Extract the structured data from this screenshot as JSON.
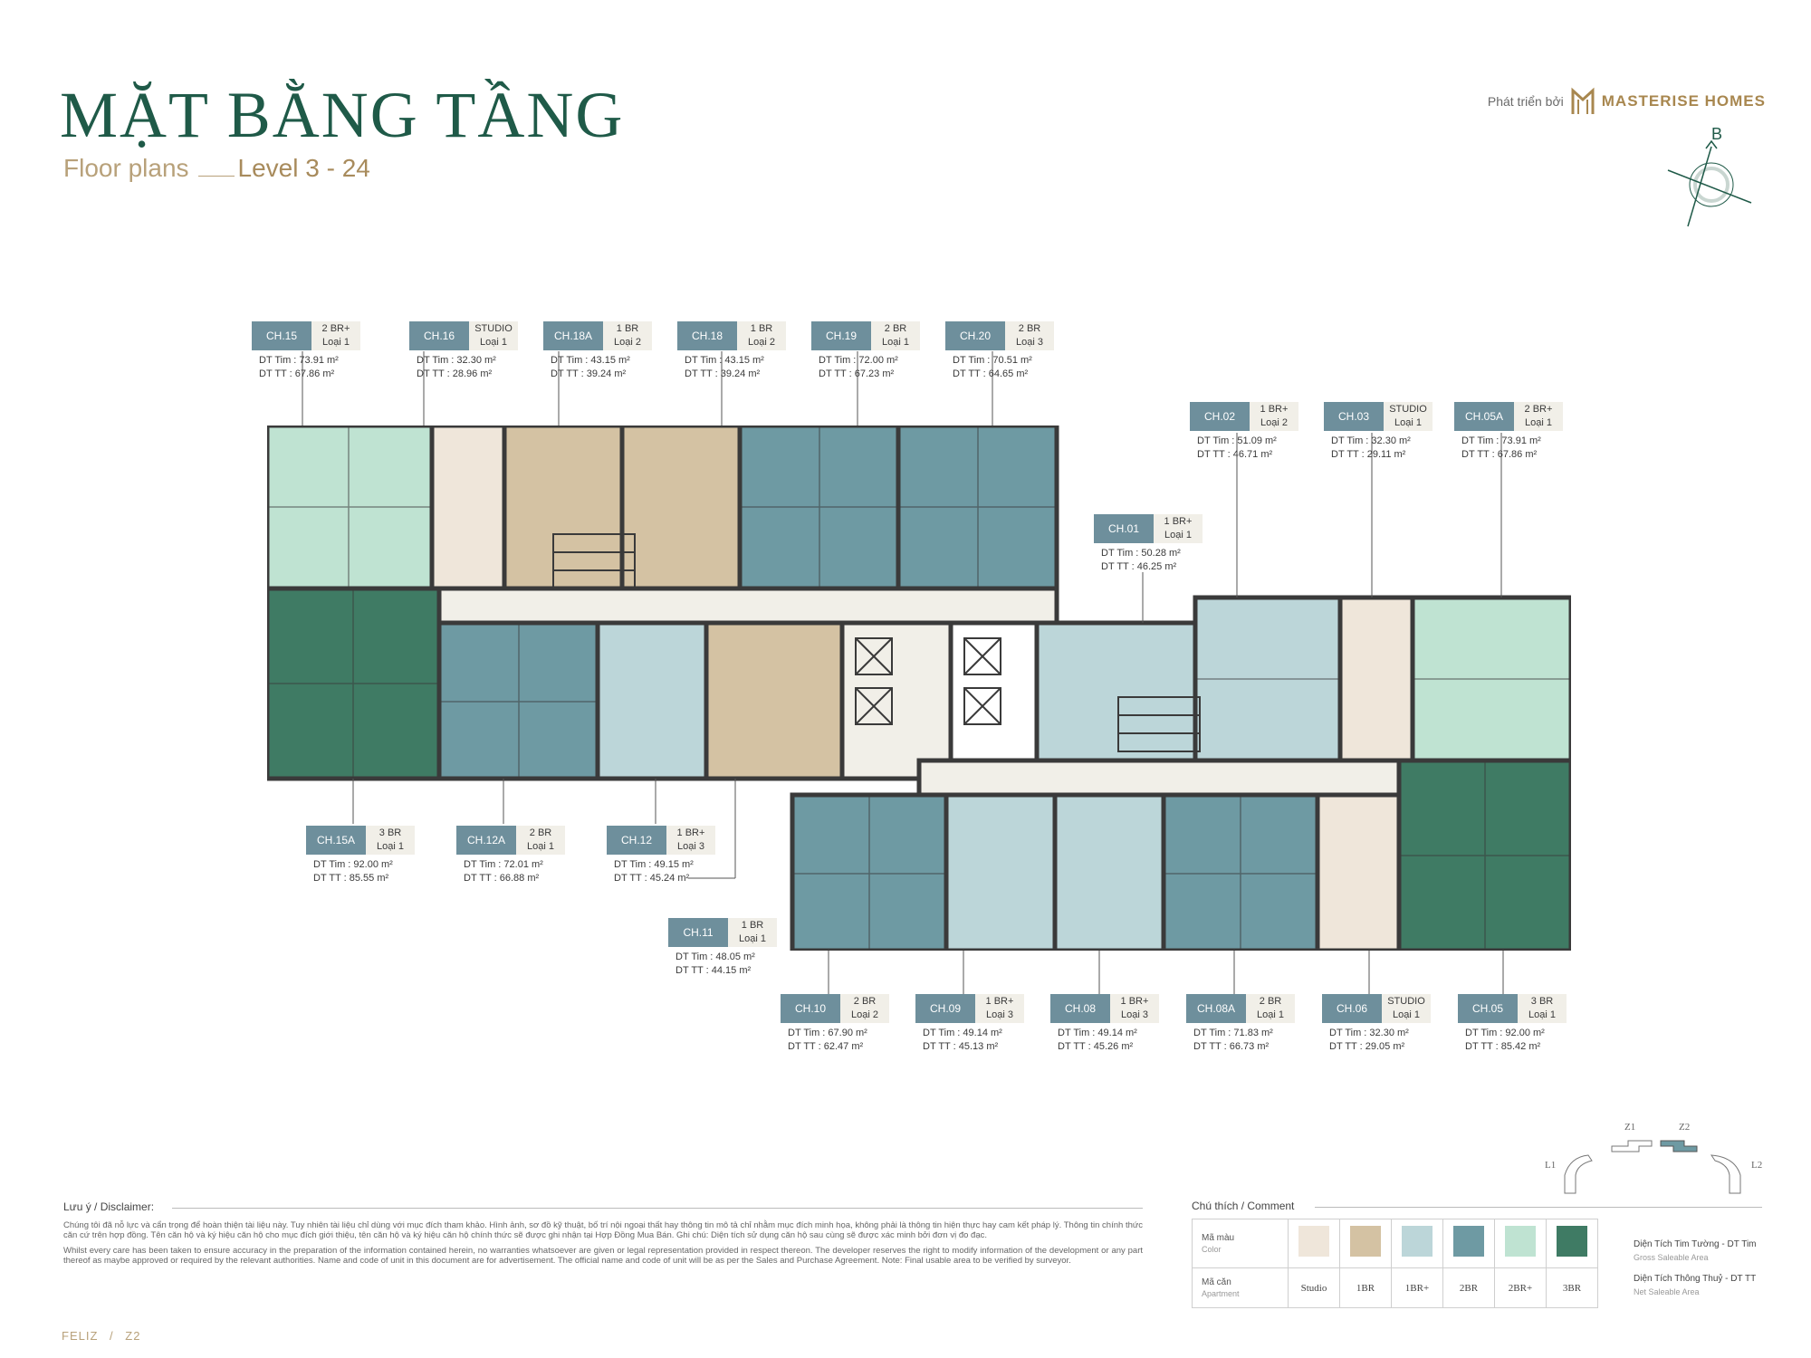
{
  "header": {
    "title": "MẶT BẰNG TẦNG",
    "subtitle": "Floor plans",
    "level": "Level 3 - 24",
    "developed_by": "Phát triển bởi",
    "developer": "MASTERISE HOMES"
  },
  "compass": {
    "north_label": "B"
  },
  "units": [
    {
      "code": "CH.15",
      "type": "2 BR+",
      "loai": "Loại 1",
      "dt_tim": "DT Tim : 73.91 m²",
      "dt_tt": "DT TT : 67.86 m²"
    },
    {
      "code": "CH.16",
      "type": "STUDIO",
      "loai": "Loại 1",
      "dt_tim": "DT Tim : 32.30 m²",
      "dt_tt": "DT TT : 28.96 m²"
    },
    {
      "code": "CH.18A",
      "type": "1 BR",
      "loai": "Loại 2",
      "dt_tim": "DT Tim : 43.15 m²",
      "dt_tt": "DT TT : 39.24 m²"
    },
    {
      "code": "CH.18",
      "type": "1 BR",
      "loai": "Loại 2",
      "dt_tim": "DT Tim : 43.15 m²",
      "dt_tt": "DT TT : 39.24 m²"
    },
    {
      "code": "CH.19",
      "type": "2 BR",
      "loai": "Loại 1",
      "dt_tim": "DT Tim : 72.00 m²",
      "dt_tt": "DT TT : 67.23 m²"
    },
    {
      "code": "CH.20",
      "type": "2 BR",
      "loai": "Loại 3",
      "dt_tim": "DT Tim : 70.51 m²",
      "dt_tt": "DT TT : 64.65 m²"
    },
    {
      "code": "CH.02",
      "type": "1 BR+",
      "loai": "Loại 2",
      "dt_tim": "DT Tim : 51.09 m²",
      "dt_tt": "DT TT : 46.71 m²"
    },
    {
      "code": "CH.03",
      "type": "STUDIO",
      "loai": "Loại 1",
      "dt_tim": "DT Tim : 32.30 m²",
      "dt_tt": "DT TT : 29.11 m²"
    },
    {
      "code": "CH.05A",
      "type": "2 BR+",
      "loai": "Loại 1",
      "dt_tim": "DT Tim : 73.91 m²",
      "dt_tt": "DT TT : 67.86 m²"
    },
    {
      "code": "CH.01",
      "type": "1 BR+",
      "loai": "Loại 1",
      "dt_tim": "DT Tim : 50.28 m²",
      "dt_tt": "DT TT : 46.25 m²"
    },
    {
      "code": "CH.15A",
      "type": "3 BR",
      "loai": "Loại 1",
      "dt_tim": "DT Tim : 92.00 m²",
      "dt_tt": "DT TT : 85.55 m²"
    },
    {
      "code": "CH.12A",
      "type": "2 BR",
      "loai": "Loại 1",
      "dt_tim": "DT Tim : 72.01 m²",
      "dt_tt": "DT TT : 66.88 m²"
    },
    {
      "code": "CH.12",
      "type": "1 BR+",
      "loai": "Loại 3",
      "dt_tim": "DT Tim : 49.15 m²",
      "dt_tt": "DT TT : 45.24 m²"
    },
    {
      "code": "CH.11",
      "type": "1 BR",
      "loai": "Loại 1",
      "dt_tim": "DT Tim : 48.05 m²",
      "dt_tt": "DT TT : 44.15 m²"
    },
    {
      "code": "CH.10",
      "type": "2 BR",
      "loai": "Loại 2",
      "dt_tim": "DT Tim : 67.90 m²",
      "dt_tt": "DT TT : 62.47 m²"
    },
    {
      "code": "CH.09",
      "type": "1 BR+",
      "loai": "Loại 3",
      "dt_tim": "DT Tim : 49.14 m²",
      "dt_tt": "DT TT : 45.13 m²"
    },
    {
      "code": "CH.08",
      "type": "1 BR+",
      "loai": "Loại 3",
      "dt_tim": "DT Tim : 49.14 m²",
      "dt_tt": "DT TT : 45.26 m²"
    },
    {
      "code": "CH.08A",
      "type": "2 BR",
      "loai": "Loại 1",
      "dt_tim": "DT Tim : 71.83 m²",
      "dt_tt": "DT TT : 66.73 m²"
    },
    {
      "code": "CH.06",
      "type": "STUDIO",
      "loai": "Loại 1",
      "dt_tim": "DT Tim : 32.30 m²",
      "dt_tt": "DT TT : 29.05 m²"
    },
    {
      "code": "CH.05",
      "type": "3 BR",
      "loai": "Loại 1",
      "dt_tim": "DT Tim : 92.00 m²",
      "dt_tt": "DT TT : 85.42 m²"
    }
  ],
  "disclaimer": {
    "heading": "Lưu ý / Disclaimer:",
    "vi": "Chúng tôi đã nỗ lực và cẩn trọng để hoàn thiện tài liệu này. Tuy nhiên tài liệu chỉ dùng với mục đích tham khảo. Hình ảnh, sơ đồ kỹ thuật, bố trí nội ngoại thất hay thông tin mô tả chỉ nhằm mục đích minh họa, không phải là thông tin hiện thực hay cam kết pháp lý. Thông tin chính thức căn cứ trên hợp đồng. Tên căn hộ và ký hiệu căn hộ cho mục đích giới thiệu, tên căn hộ và ký hiệu căn hộ chính thức sẽ được ghi nhận tại Hợp Đồng Mua Bán. Ghi chú: Diện tích sử dụng căn hộ sau cùng sẽ được xác minh bởi đơn vị đo đạc.",
    "en": "Whilst every care has been taken to ensure accuracy in the preparation of the information contained herein, no warranties whatsoever are given or legal representation provided in respect thereon. The developer reserves the right to modify information of the development or any part thereof as maybe approved or required by the relevant authorities. Name and code of unit in this document are for advertisement. The official name and code of unit will be as per the Sales and Purchase Agreement. Note: Final usable area to be verified by surveyor."
  },
  "footer": {
    "project": "FELIZ",
    "divider": "/",
    "zone": "Z2"
  },
  "legend": {
    "heading": "Chú thích / Comment",
    "color_label": "Mã màu",
    "color_label_en": "Color",
    "apt_label": "Mã căn",
    "apt_label_en": "Apartment",
    "types": [
      {
        "name": "Studio",
        "color": "#efe6da"
      },
      {
        "name": "1BR",
        "color": "#d4c2a3"
      },
      {
        "name": "1BR+",
        "color": "#bcd6d9"
      },
      {
        "name": "2BR",
        "color": "#6e9aa3"
      },
      {
        "name": "2BR+",
        "color": "#bfe3d2"
      },
      {
        "name": "3BR",
        "color": "#3f7b64"
      }
    ],
    "gross_label": "Diện Tích Tim Tường - DT Tim",
    "gross_label_en": "Gross Saleable Area",
    "net_label": "Diện Tích Thông Thuỷ - DT TT",
    "net_label_en": "Net Saleable Area"
  },
  "keymap": {
    "labels": [
      "L1",
      "Z1",
      "Z2",
      "L2"
    ]
  }
}
